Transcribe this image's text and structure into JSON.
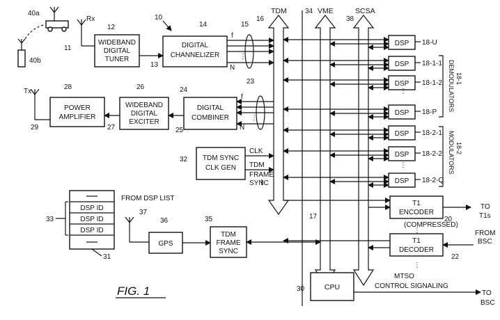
{
  "blocks": {
    "tuner": [
      "WIDEBAND",
      "DIGITAL",
      "TUNER"
    ],
    "channelizer": [
      "DIGITAL",
      "CHANNELIZER"
    ],
    "power_amp": [
      "POWER",
      "AMPLIFIER"
    ],
    "exciter": [
      "WIDEBAND",
      "DIGITAL",
      "EXCITER"
    ],
    "combiner": [
      "DIGITAL",
      "COMBINER"
    ],
    "tdm_sync": [
      "TDM SYNC",
      "CLK GEN"
    ],
    "gps": "GPS",
    "frame_sync": [
      "TDM",
      "FRAME",
      "SYNC"
    ],
    "cpu": "CPU",
    "t1_encoder": [
      "T1",
      "ENCODER"
    ],
    "t1_decoder": [
      "T1",
      "DECODER"
    ],
    "dsp": "DSP"
  },
  "buses": {
    "tdm": "TDM",
    "vme": "VME",
    "scsa": "SCSA"
  },
  "signals": {
    "rx": "Rx",
    "tx": "Tx",
    "clk": "CLK",
    "tdm_frame_sync": [
      "TDM",
      "FRAME",
      "SYNC"
    ],
    "f1": "f",
    "fn": "N",
    "from_dsp_list": "FROM DSP LIST",
    "dsp_id": "DSP ID",
    "to_t1s": [
      "TO",
      "T1s"
    ],
    "compressed": "(COMPRESSED)",
    "from_bsc": [
      "FROM",
      "BSC"
    ],
    "mtso": [
      "MTSO",
      "CONTROL SIGNALING"
    ],
    "to_bsc": [
      "TO",
      "BSC"
    ]
  },
  "dsp_labels": [
    "18-U",
    "18-1-1",
    "18-1-2",
    "18-P",
    "18-2-1",
    "18-2-2",
    "18-2-Q"
  ],
  "groups": {
    "demodulators": [
      "DEMODULATORS",
      "18-1"
    ],
    "modulators": [
      "MODULATORS",
      "18-2"
    ]
  },
  "refs": {
    "r40a": "40a",
    "r40b": "40b",
    "r12": "12",
    "r11": "11",
    "r10": "10",
    "r14": "14",
    "r13": "13",
    "r15": "15",
    "r16": "16",
    "r34": "34",
    "r38": "38",
    "r28": "28",
    "r26": "26",
    "r24": "24",
    "r23": "23",
    "r29": "29",
    "r27": "27",
    "r25": "25",
    "r32": "32",
    "r33": "33",
    "r31": "31",
    "r37": "37",
    "r36": "36",
    "r35": "35",
    "r17": "17",
    "r20": "20",
    "r22": "22",
    "r30": "30"
  },
  "caption": "FIG. 1"
}
